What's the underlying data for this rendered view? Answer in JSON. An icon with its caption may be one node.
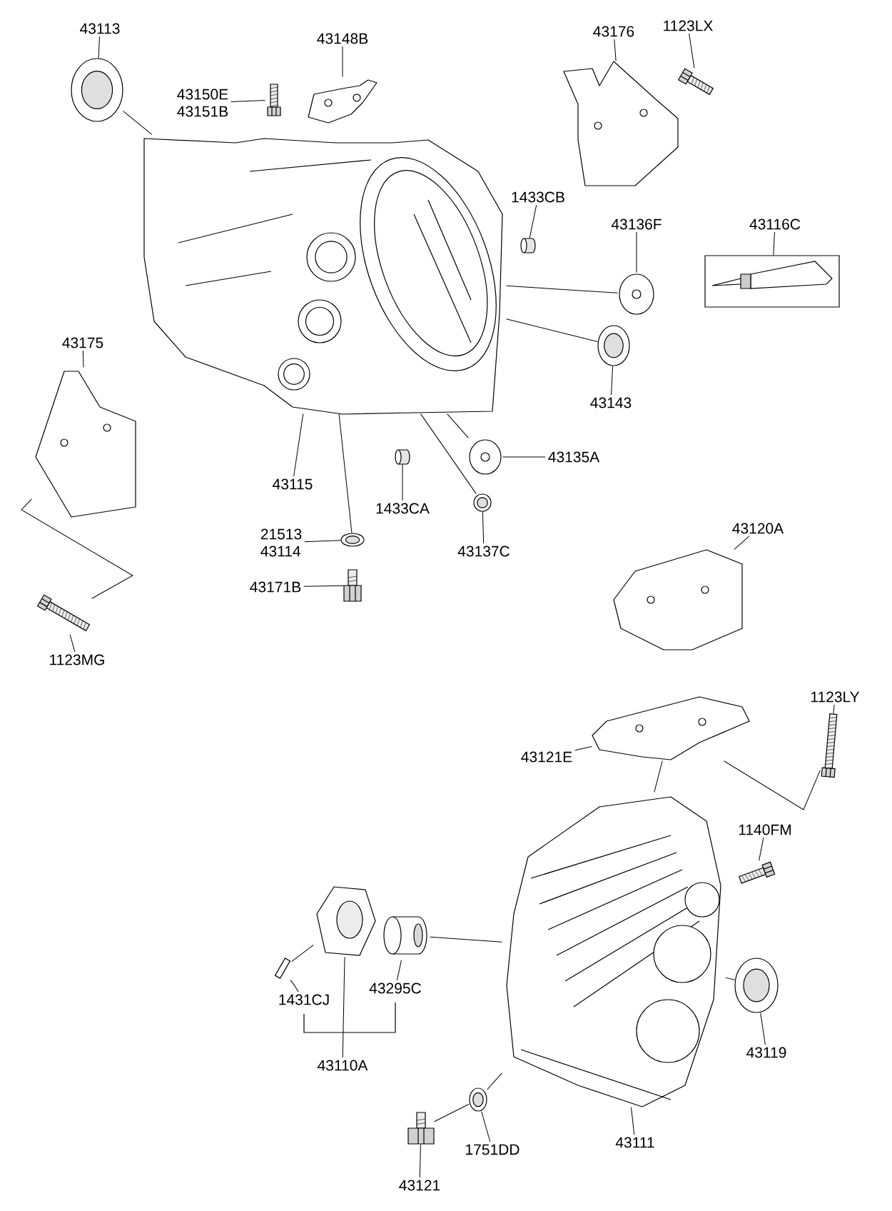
{
  "diagram": {
    "nodes": [
      {
        "text": [
          "43113"
        ]
      },
      {
        "text": [
          "43150E",
          "43151B"
        ]
      },
      {
        "text": [
          "43148B"
        ]
      },
      {
        "text": [
          "43176"
        ]
      },
      {
        "text": [
          "1123LX"
        ]
      },
      {
        "text": [
          "1433CB"
        ]
      },
      {
        "text": [
          "43136F"
        ]
      },
      {
        "text": [
          "43116C"
        ]
      },
      {
        "text": [
          "43143"
        ]
      },
      {
        "text": [
          "43135A"
        ]
      },
      {
        "text": [
          "43175"
        ]
      },
      {
        "text": [
          "43115"
        ]
      },
      {
        "text": [
          "1433CA"
        ]
      },
      {
        "text": [
          "43137C"
        ]
      },
      {
        "text": [
          "21513",
          "43114"
        ]
      },
      {
        "text": [
          "43171B"
        ]
      },
      {
        "text": [
          "1123MG"
        ]
      },
      {
        "text": [
          "43120A"
        ]
      },
      {
        "text": [
          "1123LY"
        ]
      },
      {
        "text": [
          "43121E"
        ]
      },
      {
        "text": [
          "1140FM"
        ]
      },
      {
        "text": [
          "1431CJ"
        ]
      },
      {
        "text": [
          "43295C"
        ]
      },
      {
        "text": [
          "43110A"
        ]
      },
      {
        "text": [
          "43119"
        ]
      },
      {
        "text": [
          "1751DD"
        ]
      },
      {
        "text": [
          "43111"
        ]
      },
      {
        "text": [
          "43121"
        ]
      },
      {
        "text": [],
        "shape": "picture"
      },
      {
        "text": [],
        "shape": "picture"
      },
      {
        "text": [],
        "shape": "picture"
      },
      {
        "text": [],
        "shape": "picture"
      },
      {
        "text": [],
        "shape": "picture"
      },
      {
        "text": [],
        "shape": "picture"
      },
      {
        "text": [],
        "shape": "picture"
      },
      {
        "text": [],
        "shape": "picture"
      },
      {
        "text": [],
        "shape": "picture"
      },
      {
        "text": [],
        "shape": "picture"
      },
      {
        "text": [],
        "shape": "picture"
      },
      {
        "text": [],
        "shape": "picture"
      },
      {
        "text": [],
        "shape": "picture"
      },
      {
        "text": [],
        "shape": "picture"
      },
      {
        "text": [],
        "shape": "picture"
      },
      {
        "text": [],
        "shape": "picture"
      },
      {
        "text": [],
        "shape": "picture"
      },
      {
        "text": [],
        "shape": "picture"
      },
      {
        "text": [],
        "shape": "picture"
      },
      {
        "text": [],
        "shape": "picture"
      },
      {
        "text": [],
        "shape": "picture"
      },
      {
        "text": [],
        "shape": "picture"
      },
      {
        "text": [],
        "shape": "picture"
      },
      {
        "text": [],
        "shape": "picture"
      },
      {
        "text": [],
        "shape": "picture"
      },
      {
        "text": [],
        "shape": "picture"
      },
      {
        "text": [],
        "shape": "picture"
      },
      {
        "text": [],
        "shape": "picture"
      }
    ],
    "edges": [
      {
        "from": 0,
        "to": 28,
        "arrow": "none"
      },
      {
        "from": 1,
        "to": 29,
        "arrow": "none"
      },
      {
        "from": 2,
        "to": 30,
        "arrow": "none"
      },
      {
        "from": 3,
        "to": 32,
        "arrow": "none"
      },
      {
        "from": 4,
        "to": 33,
        "arrow": "none"
      },
      {
        "from": 5,
        "to": 34,
        "arrow": "none"
      },
      {
        "from": 6,
        "to": 35,
        "arrow": "none"
      },
      {
        "from": 7,
        "to": 36,
        "arrow": "none"
      },
      {
        "from": 8,
        "to": 37,
        "arrow": "none"
      },
      {
        "from": 9,
        "to": 38,
        "arrow": "none"
      },
      {
        "from": 10,
        "to": 39,
        "arrow": "none"
      },
      {
        "from": 11,
        "to": 31,
        "arrow": "none"
      },
      {
        "from": 12,
        "to": 40,
        "arrow": "none"
      },
      {
        "from": 13,
        "to": 41,
        "arrow": "none"
      },
      {
        "from": 14,
        "to": 42,
        "arrow": "none"
      },
      {
        "from": 15,
        "to": 43,
        "arrow": "none"
      },
      {
        "from": 16,
        "to": 44,
        "arrow": "none"
      },
      {
        "from": 17,
        "to": 45,
        "arrow": "none"
      },
      {
        "from": 18,
        "to": 47,
        "arrow": "none"
      },
      {
        "from": 19,
        "to": 46,
        "arrow": "none"
      },
      {
        "from": 20,
        "to": 48,
        "arrow": "none"
      },
      {
        "from": 21,
        "to": 50,
        "arrow": "none"
      },
      {
        "from": 22,
        "to": 52,
        "arrow": "none"
      },
      {
        "from": 23,
        "to": 51,
        "arrow": "none"
      },
      {
        "from": 24,
        "to": 53,
        "arrow": "none"
      },
      {
        "from": 25,
        "to": 54,
        "arrow": "none"
      },
      {
        "from": 26,
        "to": 49,
        "arrow": "none"
      },
      {
        "from": 27,
        "to": 55,
        "arrow": "none"
      },
      {
        "from": 28,
        "to": 31,
        "arrow": "none"
      },
      {
        "from": 35,
        "to": 31,
        "arrow": "none"
      },
      {
        "from": 37,
        "to": 31,
        "arrow": "none"
      },
      {
        "from": 38,
        "to": 31,
        "arrow": "none"
      },
      {
        "from": 41,
        "to": 31,
        "arrow": "none"
      },
      {
        "from": 42,
        "to": 31,
        "arrow": "none"
      },
      {
        "from": 44,
        "to": 39,
        "arrow": "none"
      },
      {
        "from": 47,
        "to": 46,
        "arrow": "none"
      },
      {
        "from": 46,
        "to": 49,
        "arrow": "none"
      },
      {
        "from": 52,
        "to": 49,
        "arrow": "none"
      },
      {
        "from": 53,
        "to": 49,
        "arrow": "none"
      },
      {
        "from": 54,
        "to": 49,
        "arrow": "none"
      },
      {
        "from": 55,
        "to": 54,
        "arrow": "none"
      },
      {
        "from": 50,
        "to": 51,
        "arrow": "none"
      }
    ]
  }
}
